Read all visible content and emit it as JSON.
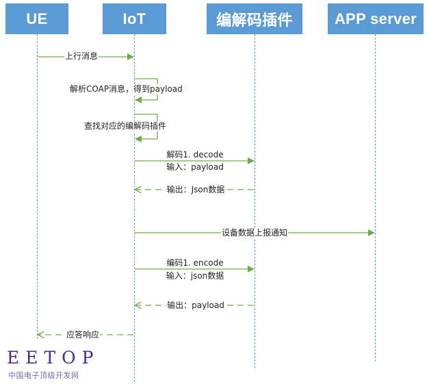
{
  "actors": {
    "ue": "UE",
    "iot": "IoT",
    "plugin": "编解码插件",
    "app": "APP server"
  },
  "messages": {
    "uplink": "上行消息",
    "parse": "解析COAP消息，得到payload",
    "find_plugin": "查找对应的编解码插件",
    "decode": "解码1. decode",
    "decode_input": "输入：payload",
    "decode_output": "输出：Json数据",
    "report": "设备数据上报通知",
    "encode": "编码1. encode",
    "encode_input": "输入：json数据",
    "encode_output": "输出：payload",
    "response": "应答响应"
  },
  "colors": {
    "actor_bg": "#5b9bd5",
    "lifeline": "#5b9bd5",
    "arrow": "#70ad47"
  },
  "watermark": {
    "logo": "EETOP",
    "subtitle": "中国电子顶级开发网"
  }
}
